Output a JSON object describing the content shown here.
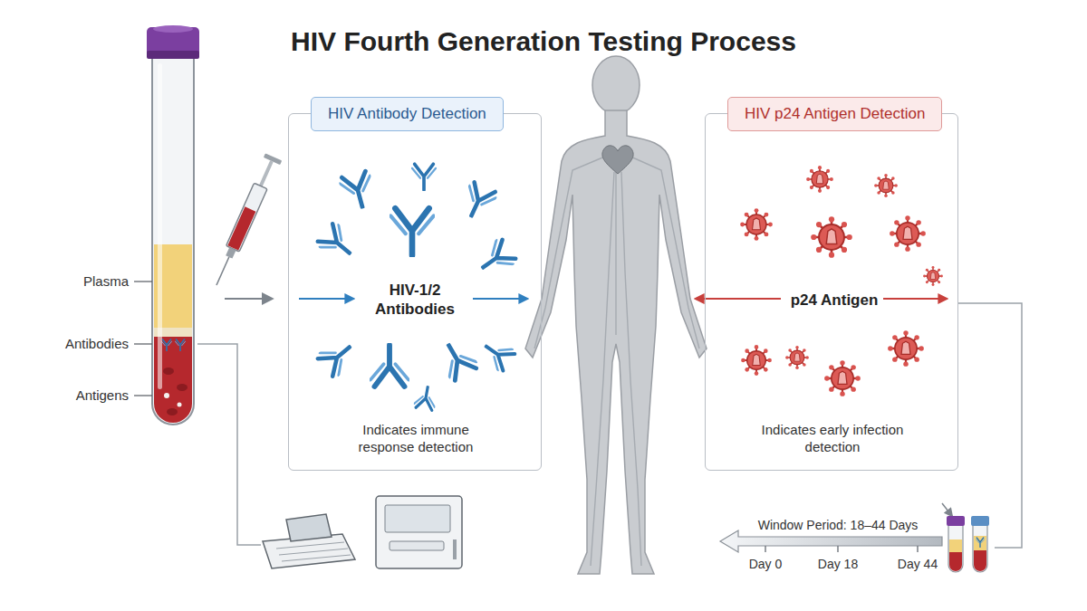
{
  "diagram": {
    "title": "HIV Fourth Generation Testing Process",
    "nodes": [
      {
        "text": [
          "HIV Antibody Detection",
          "HIV-1/2 Antibodies",
          "Indicates immune response detection"
        ]
      },
      {
        "text": [
          "HIV p24 Antigen Detection",
          "p24 Antigen",
          "Indicates early infection detection"
        ]
      }
    ],
    "labels": [
      "Plasma",
      "Antibodies",
      "Antigens",
      "Window Period: 18–44 Days",
      "Day 0",
      "Day 18",
      "Day 44"
    ]
  }
}
